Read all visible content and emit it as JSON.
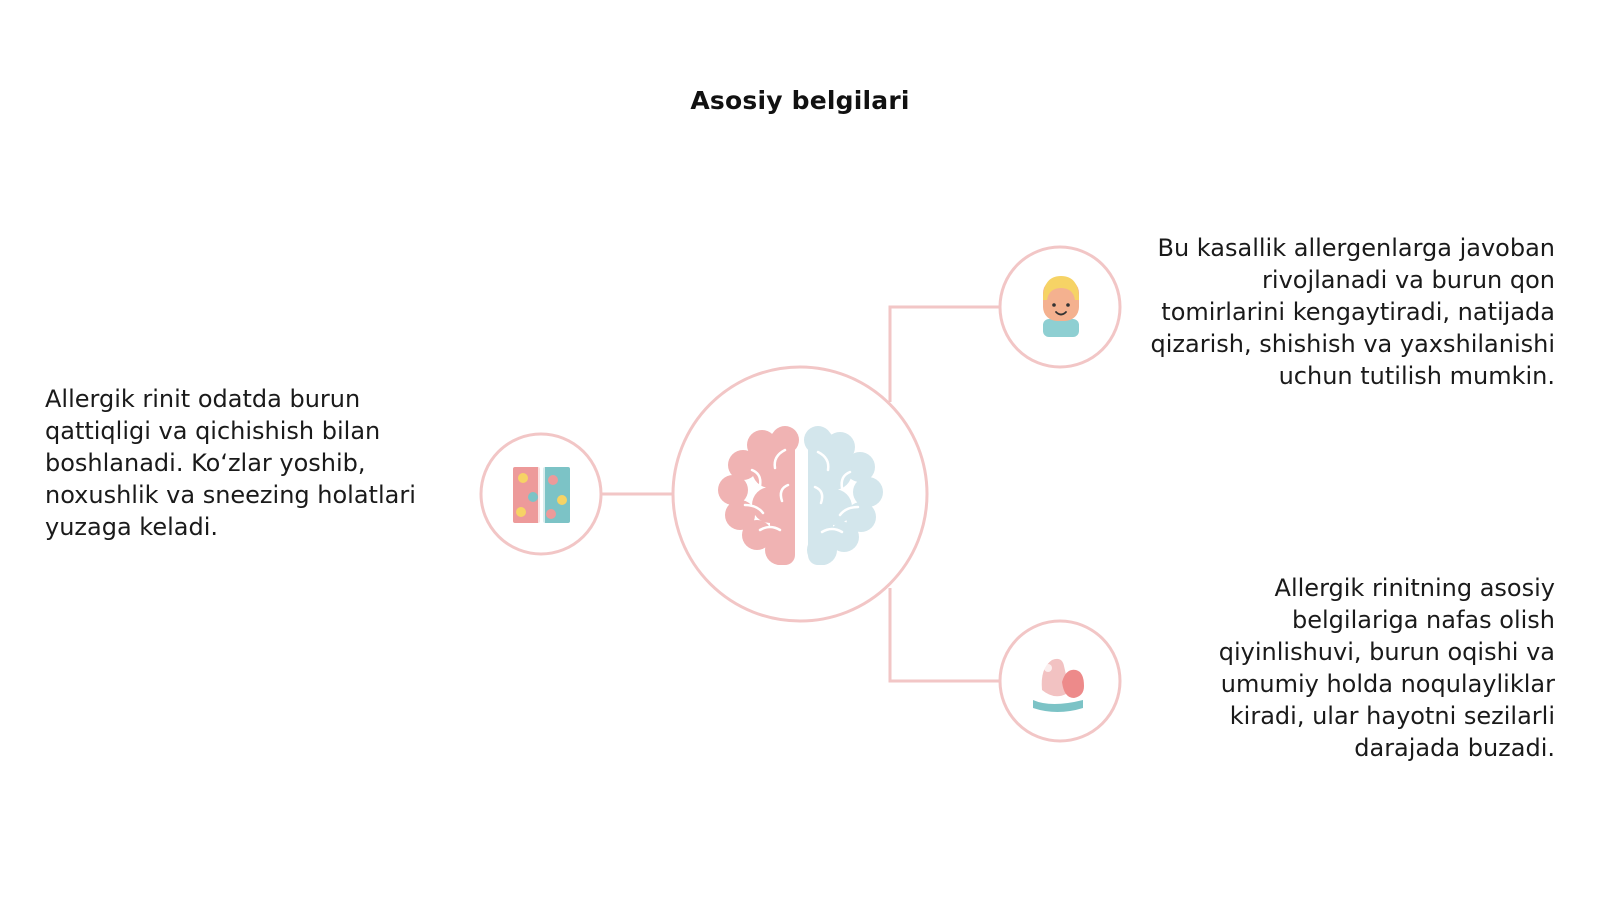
{
  "slide": {
    "title": "Asosiy belgilari"
  },
  "points": {
    "left": "Allergik rinit odatda burun qattiqligi va qichishish bilan boshlanadi. Ko‘zlar yoshib, noxushlik va sneezing holatlari yuzaga keladi.",
    "top_right": "Bu kasallik allergenlarga javoban rivojlanadi va burun qon tomirlarini kengaytiradi, natijada qizarish, shishish va yaxshilanishi uchun tutilish mumkin.",
    "bottom_right": "Allergik rinitning asosiy belgilariga nafas olish qiyinlishuvi, burun oqishi va umumiy holda noqulayliklar kiradi, ular hayotni sezilarli darajada buzadi."
  },
  "icons": {
    "center": "brain-icon",
    "left": "tissue-box-icon",
    "top_right": "person-icon",
    "bottom_right": "lungs-icon"
  },
  "colors": {
    "accent": "#f2c6c6",
    "pink": "#eda8a8",
    "light_blue": "#cfe3ea",
    "teal": "#7cc3c6",
    "yellow": "#f6d365"
  }
}
